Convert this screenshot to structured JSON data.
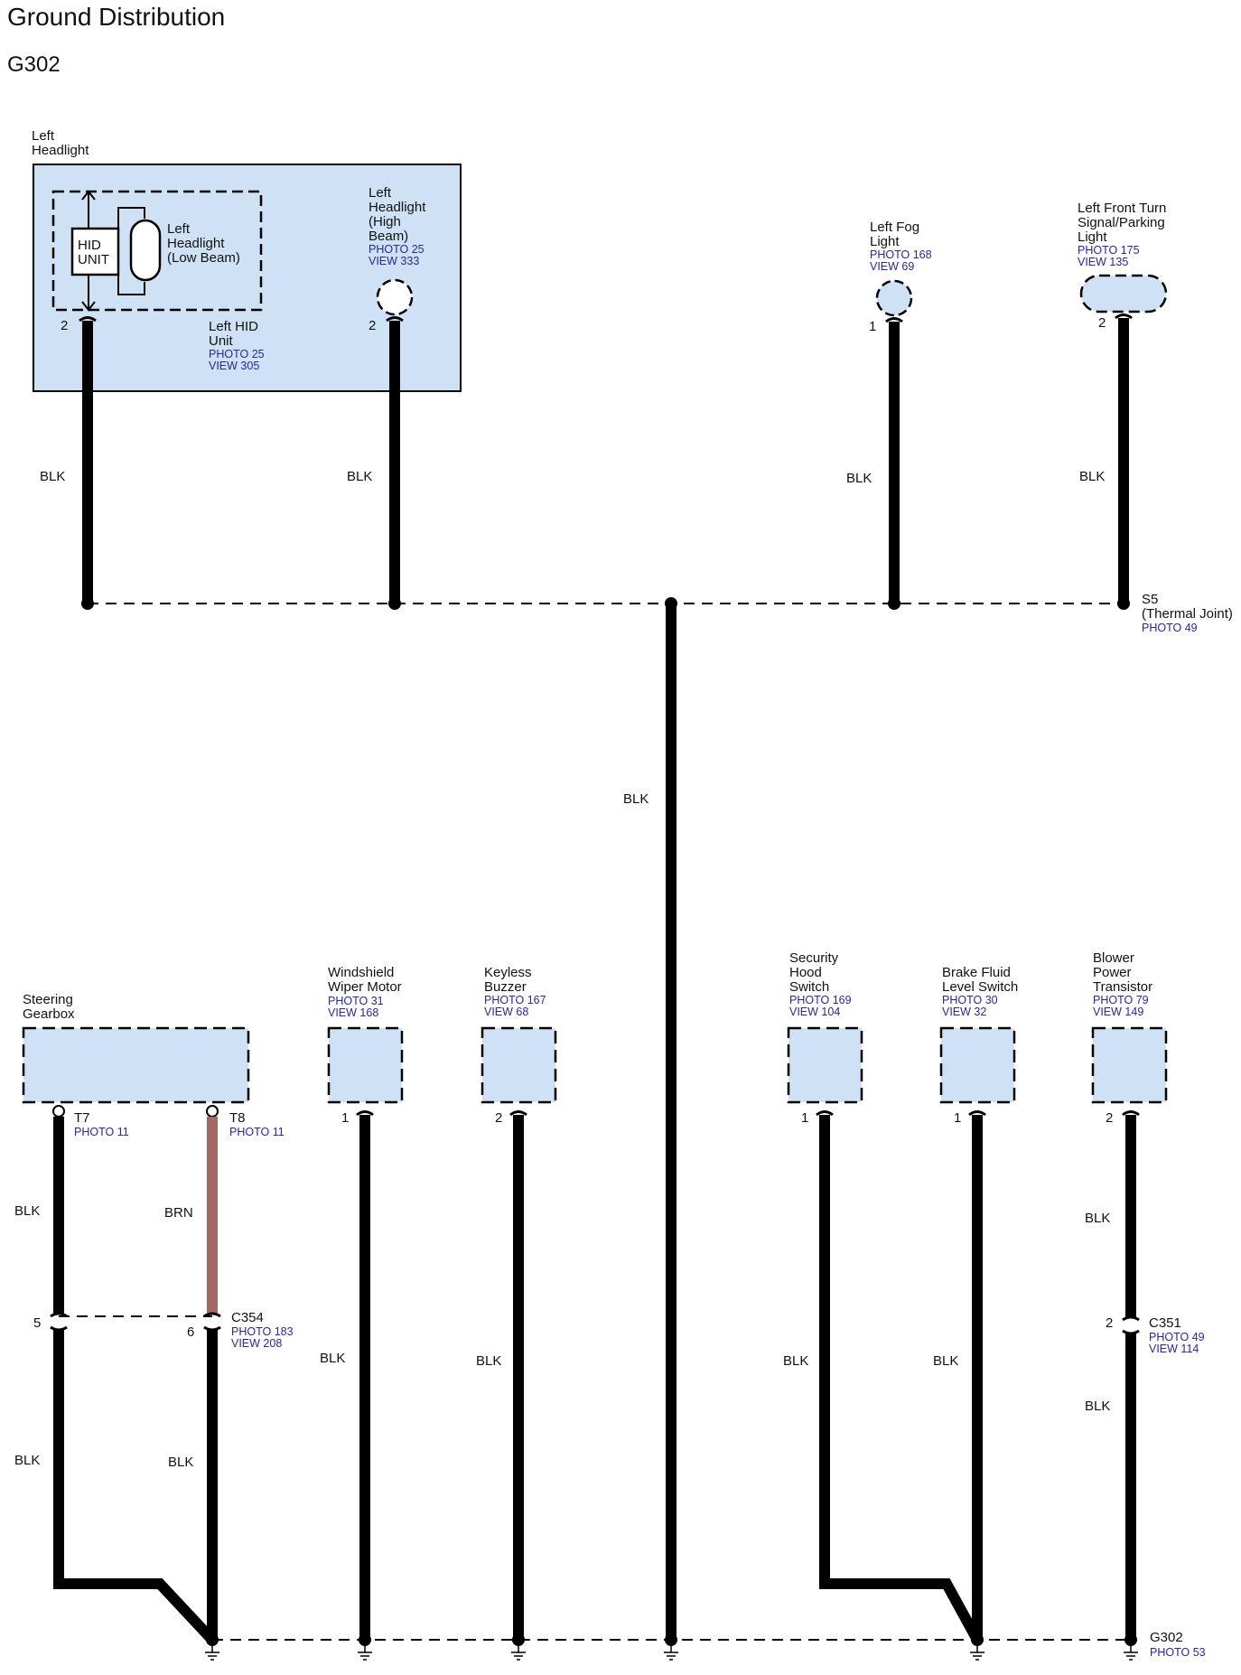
{
  "title": "Ground Distribution",
  "subtitle": "G302",
  "colors": {
    "component_fill": "#cfe2f5",
    "wire_black": "#000000",
    "wire_brown": "#a06a62",
    "reference_text": "#27279a"
  },
  "top_components": {
    "left_headlight": {
      "name_lines": [
        "Left",
        "Headlight"
      ],
      "hid_unit_lines": [
        "HID",
        "UNIT"
      ],
      "low_beam_lines": [
        "Left",
        "Headlight",
        "(Low Beam)"
      ],
      "hid_unit_name_lines": [
        "Left HID",
        "Unit"
      ],
      "hid_unit_refs": [
        "PHOTO 25",
        "VIEW 305"
      ],
      "pin": "2",
      "wire": "BLK"
    },
    "high_beam": {
      "name_lines": [
        "Left",
        "Headlight",
        "(High",
        "Beam)"
      ],
      "refs": [
        "PHOTO 25",
        "VIEW 333"
      ],
      "pin": "2",
      "wire": "BLK"
    },
    "fog_light": {
      "name_lines": [
        "Left Fog",
        "Light"
      ],
      "refs": [
        "PHOTO 168",
        "VIEW 69"
      ],
      "pin": "1",
      "wire": "BLK"
    },
    "turn_signal": {
      "name_lines": [
        "Left Front Turn",
        "Signal/Parking",
        "Light"
      ],
      "refs": [
        "PHOTO 175",
        "VIEW 135"
      ],
      "pin": "2",
      "wire": "BLK"
    }
  },
  "splice": {
    "name": "S5",
    "desc": "(Thermal Joint)",
    "ref": "PHOTO 49"
  },
  "trunk_wire": "BLK",
  "steering_gearbox": {
    "name_lines": [
      "Steering",
      "Gearbox"
    ],
    "t7": {
      "terminal": "T7",
      "ref": "PHOTO 11",
      "wire_upper": "BLK",
      "pin": "5",
      "wire_lower": "BLK"
    },
    "t8": {
      "terminal": "T8",
      "ref": "PHOTO 11",
      "wire_upper": "BRN",
      "pin": "6",
      "wire_lower": "BLK"
    }
  },
  "c354": {
    "name": "C354",
    "refs": [
      "PHOTO 183",
      "VIEW 208"
    ]
  },
  "bottom_components": [
    {
      "name_lines": [
        "Windshield",
        "Wiper Motor"
      ],
      "refs": [
        "PHOTO 31",
        "VIEW 168"
      ],
      "pin": "1",
      "wire": "BLK"
    },
    {
      "name_lines": [
        "Keyless",
        "Buzzer"
      ],
      "refs": [
        "PHOTO 167",
        "VIEW 68"
      ],
      "pin": "2",
      "wire": "BLK"
    },
    {
      "name_lines": [
        "Security",
        "Hood",
        "Switch"
      ],
      "refs": [
        "PHOTO 169",
        "VIEW 104"
      ],
      "pin": "1",
      "wire": "BLK"
    },
    {
      "name_lines": [
        "Brake Fluid",
        "Level Switch"
      ],
      "refs": [
        "PHOTO 30",
        "VIEW 32"
      ],
      "pin": "1",
      "wire": "BLK"
    },
    {
      "name_lines": [
        "Blower",
        "Power",
        "Transistor"
      ],
      "refs": [
        "PHOTO 79",
        "VIEW 149"
      ],
      "pin": "2",
      "wire_upper": "BLK",
      "wire_lower": "BLK"
    }
  ],
  "c351": {
    "name": "C351",
    "refs": [
      "PHOTO 49",
      "VIEW 114"
    ],
    "pin": "2"
  },
  "ground": {
    "name": "G302",
    "ref": "PHOTO 53"
  }
}
